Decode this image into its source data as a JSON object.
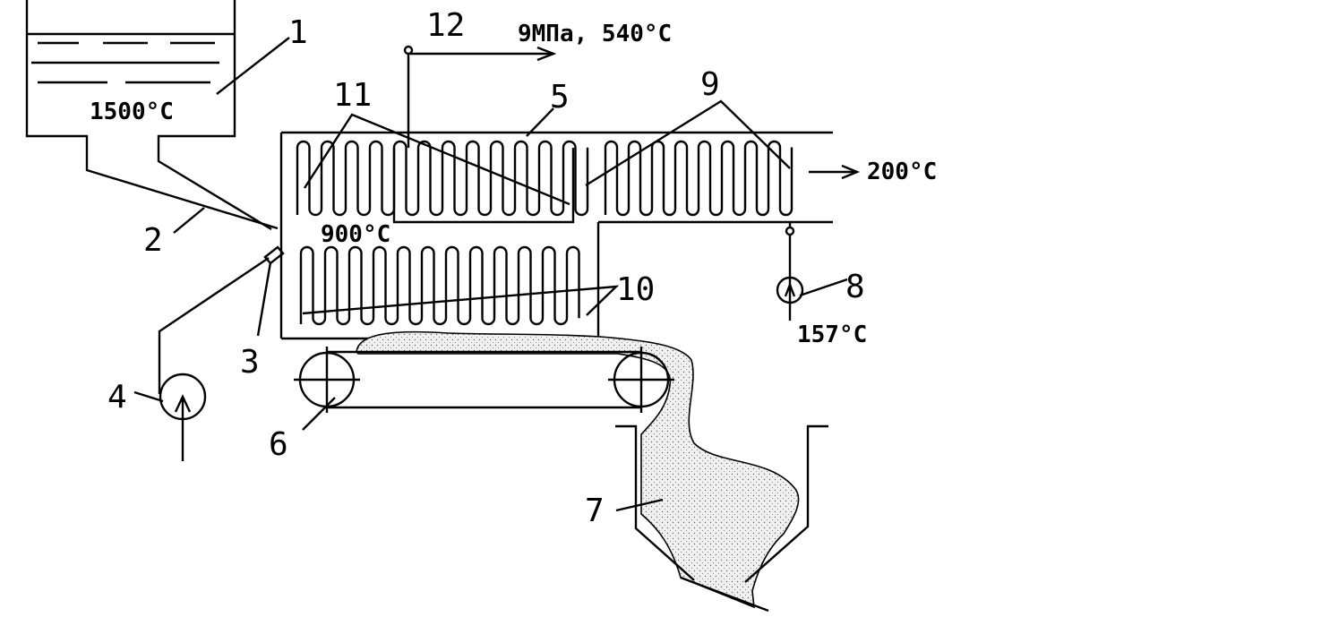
{
  "diagram": {
    "numbers": {
      "n1": "1",
      "n2": "2",
      "n3": "3",
      "n4": "4",
      "n5": "5",
      "n6": "6",
      "n7": "7",
      "n8": "8",
      "n9": "9",
      "n10": "10",
      "n11": "11",
      "n12": "12"
    },
    "labels": {
      "melt_temp": "1500°C",
      "chamber_temp": "900°C",
      "steam_out": "9МПа, 540°C",
      "gas_out_temp": "200°C",
      "feedwater_temp": "157°C"
    }
  }
}
